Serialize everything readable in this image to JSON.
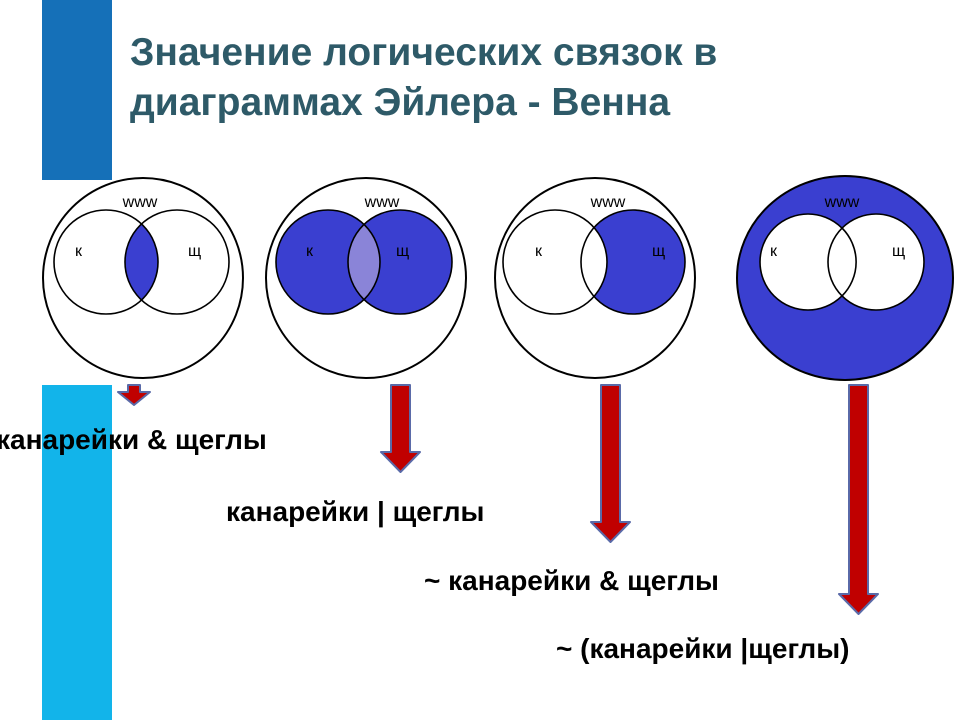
{
  "title": {
    "line1": "Значение логических связок в",
    "line2": "диаграммах Эйлера - Венна"
  },
  "colors": {
    "title": "#2e5a68",
    "bar_top": "#1570b8",
    "bar_bottom": "#12b4ea",
    "fill": "#3a3fd0",
    "overlap_light": "#8a84d8",
    "arrow": "#c00000",
    "arrow_outline": "#5a6aa8"
  },
  "diagrams": [
    {
      "universe_label": "www",
      "left_label": "к",
      "right_label": "щ",
      "shaded": "intersection",
      "caption": "канарейки &  щеглы"
    },
    {
      "universe_label": "www",
      "left_label": "к",
      "right_label": "щ",
      "shaded": "union",
      "caption": "канарейки | щеглы"
    },
    {
      "universe_label": "www",
      "left_label": "к",
      "right_label": "щ",
      "shaded": "right-only",
      "caption": "~ канарейки & щеглы"
    },
    {
      "universe_label": "www",
      "left_label": "к",
      "right_label": "щ",
      "shaded": "outside-union",
      "caption": "~ (канарейки |щеглы)"
    }
  ]
}
